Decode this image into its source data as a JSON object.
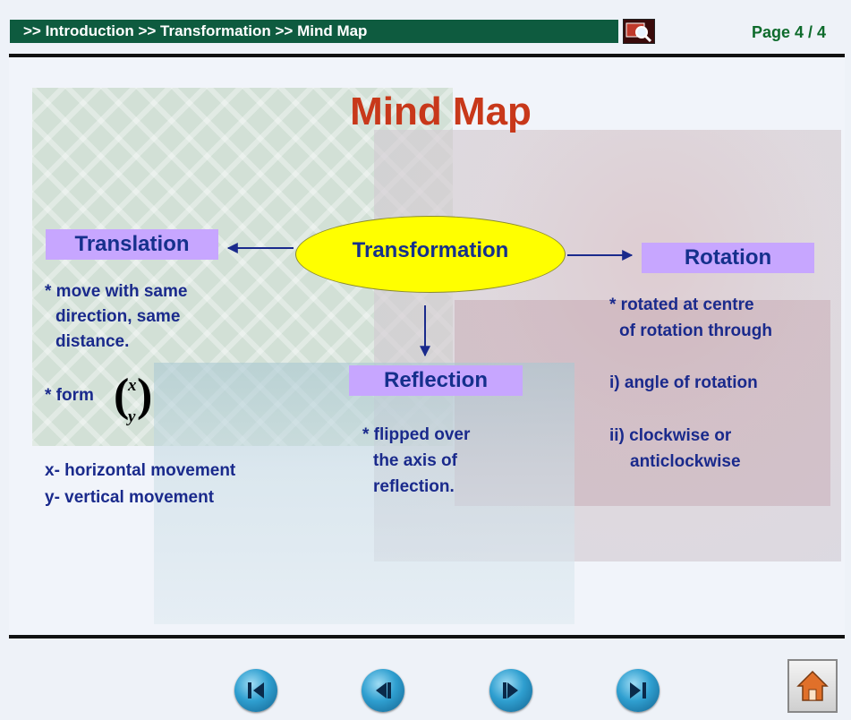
{
  "header": {
    "breadcrumb": ">> Introduction >> Transformation >> Mind Map",
    "page_indicator": "Page 4 / 4"
  },
  "title": "Mind Map",
  "center_node": "Transformation",
  "nodes": {
    "translation": {
      "label": "Translation",
      "desc_line1": "* move with same",
      "desc_line2": "direction, same",
      "desc_line3": "distance.",
      "form_label": "* form",
      "vector_top": "x",
      "vector_bottom": "y",
      "x_note": "x- horizontal movement",
      "y_note": "y- vertical movement"
    },
    "reflection": {
      "label": "Reflection",
      "desc_line1": "* flipped over",
      "desc_line2": "the axis of",
      "desc_line3": "reflection."
    },
    "rotation": {
      "label": "Rotation",
      "desc_line1": "* rotated at centre",
      "desc_line2": "of rotation through",
      "item1": "i)  angle of rotation",
      "item2_line1": "ii) clockwise or",
      "item2_line2": "anticlockwise"
    }
  },
  "nav": {
    "buttons": [
      "first-icon",
      "previous-icon",
      "next-icon",
      "last-icon",
      "home-icon",
      "search-icon"
    ]
  },
  "colors": {
    "header_bar": "#0e5b3f",
    "title": "#c8381a",
    "node_box": "#c7a6ff",
    "center_node": "#ffff00",
    "text": "#1a2a8c"
  }
}
